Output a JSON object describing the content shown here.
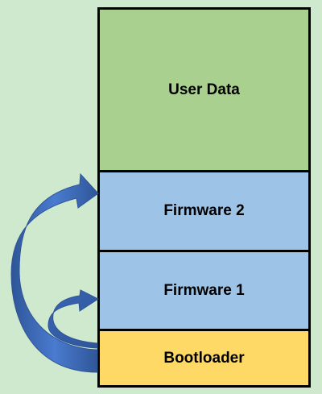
{
  "diagram": {
    "blocks": [
      {
        "id": "user-data",
        "label": "User Data",
        "color": "#a9d08e"
      },
      {
        "id": "firmware-2",
        "label": "Firmware 2",
        "color": "#9dc3e6"
      },
      {
        "id": "firmware-1",
        "label": "Firmware 1",
        "color": "#9dc3e6"
      },
      {
        "id": "bootloader",
        "label": "Bootloader",
        "color": "#ffd966"
      }
    ],
    "arrows": [
      {
        "from": "bootloader",
        "to": "firmware-2",
        "color": "#4472c4"
      },
      {
        "from": "bootloader",
        "to": "firmware-1",
        "color": "#4472c4"
      }
    ],
    "background_color": "#cfe9cf",
    "border_color": "#000000"
  }
}
